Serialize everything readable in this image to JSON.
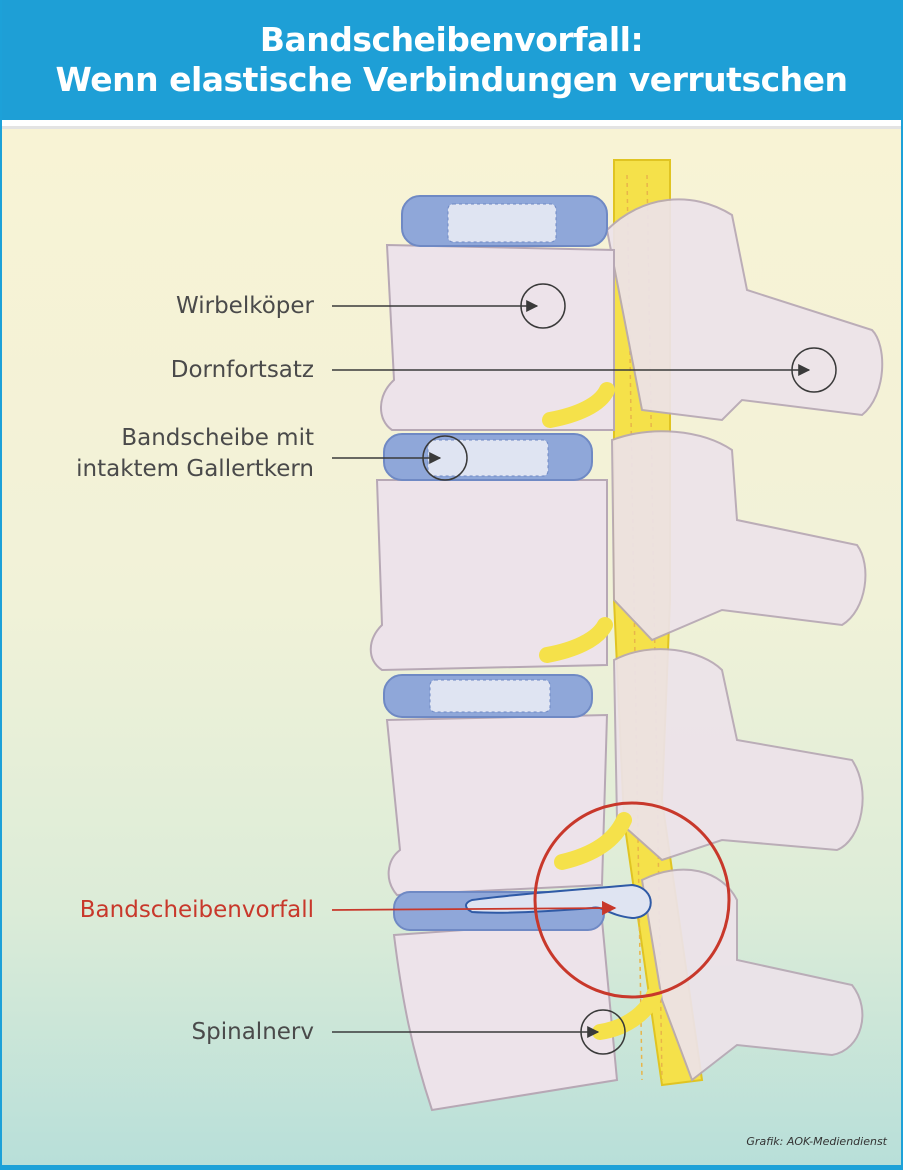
{
  "header": {
    "title_line1": "Bandscheibenvorfall:",
    "title_line2": "Wenn elastische Verbindungen verrutschen"
  },
  "labels": {
    "wirbelkoerper": "Wirbelköper",
    "dornfortsatz": "Dornfortsatz",
    "bandscheibe_line1": "Bandscheibe mit",
    "bandscheibe_line2": "intaktem Gallertkern",
    "bandscheibenvorfall": "Bandscheibenvorfall",
    "spinalnerv": "Spinalnerv"
  },
  "credit": "Grafik: AOK-Mediendienst",
  "colors": {
    "header_blue": "#1e9fd6",
    "bone": "#ede3ea",
    "disc_blue": "#8fa7d9",
    "nerve_yellow": "#f5e14a",
    "highlight_red": "#c8382b",
    "label_gray": "#4a4a4a"
  }
}
